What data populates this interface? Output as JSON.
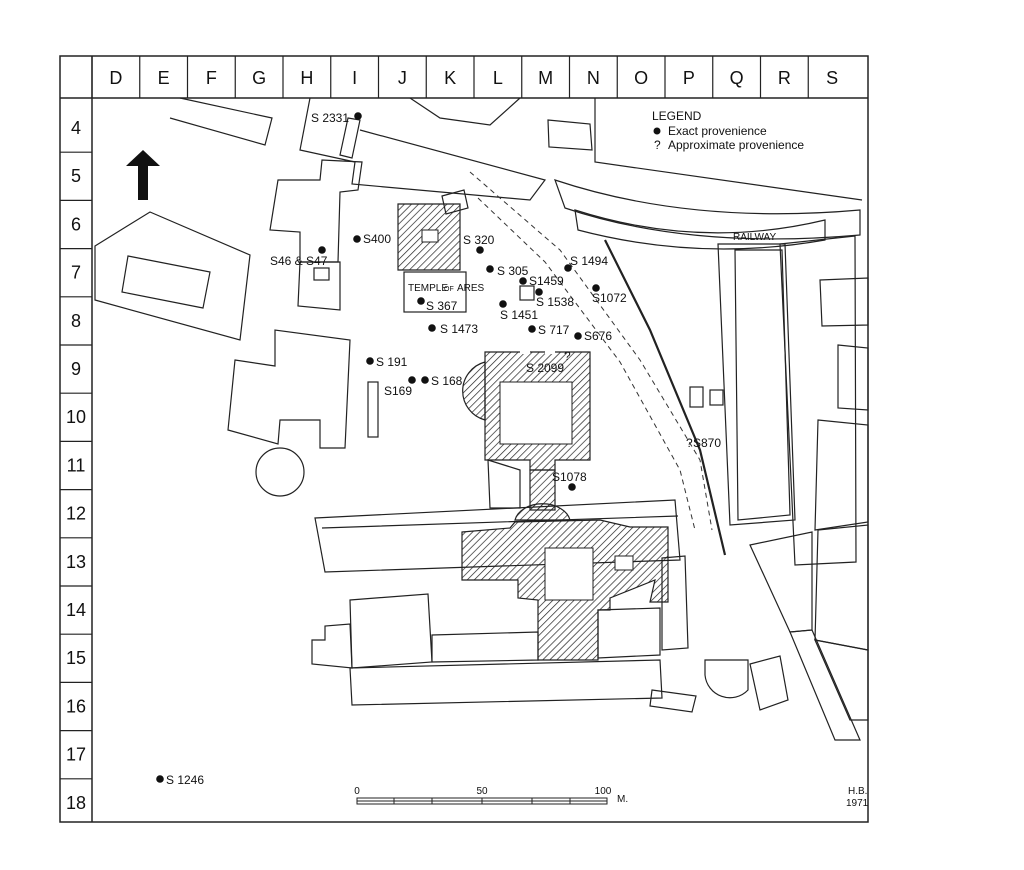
{
  "columns": [
    "D",
    "E",
    "F",
    "G",
    "H",
    "I",
    "J",
    "K",
    "L",
    "M",
    "N",
    "O",
    "P",
    "Q",
    "R",
    "S"
  ],
  "rows": [
    "4",
    "5",
    "6",
    "7",
    "8",
    "9",
    "10",
    "11",
    "12",
    "13",
    "14",
    "15",
    "16",
    "17",
    "18"
  ],
  "legend": {
    "title": "LEGEND",
    "exact": "Exact provenience",
    "approx_symbol": "?",
    "approx": "Approximate provenience"
  },
  "labels": {
    "temple_a": "TEMPLE",
    "temple_of": "OF",
    "temple_b": "ARES",
    "railway": "RAILWAY"
  },
  "finds": [
    {
      "id": "s2331",
      "label": "S 2331"
    },
    {
      "id": "s400",
      "label": "S400"
    },
    {
      "id": "s46_47",
      "label": "S46 & S47"
    },
    {
      "id": "s320",
      "label": "S 320"
    },
    {
      "id": "s305",
      "label": "S 305"
    },
    {
      "id": "s1494",
      "label": "S 1494"
    },
    {
      "id": "s1459",
      "label": "S1459"
    },
    {
      "id": "s1538",
      "label": "S 1538"
    },
    {
      "id": "s1072",
      "label": "S1072"
    },
    {
      "id": "s367",
      "label": "S 367"
    },
    {
      "id": "s1451",
      "label": "S 1451"
    },
    {
      "id": "s1473",
      "label": "S 1473"
    },
    {
      "id": "s717",
      "label": "S 717"
    },
    {
      "id": "s676",
      "label": "S676"
    },
    {
      "id": "s191",
      "label": "S 191"
    },
    {
      "id": "s168",
      "label": "S 168"
    },
    {
      "id": "s169",
      "label": "S169"
    },
    {
      "id": "s2099",
      "label": "S 2099"
    },
    {
      "id": "s870",
      "label": "S870"
    },
    {
      "id": "s1078",
      "label": "S1078"
    },
    {
      "id": "s1246",
      "label": "S 1246"
    }
  ],
  "scale": {
    "ticks": [
      "0",
      "50",
      "100"
    ],
    "unit": "M."
  },
  "credit": {
    "initials": "H.B.",
    "year": "1971"
  }
}
